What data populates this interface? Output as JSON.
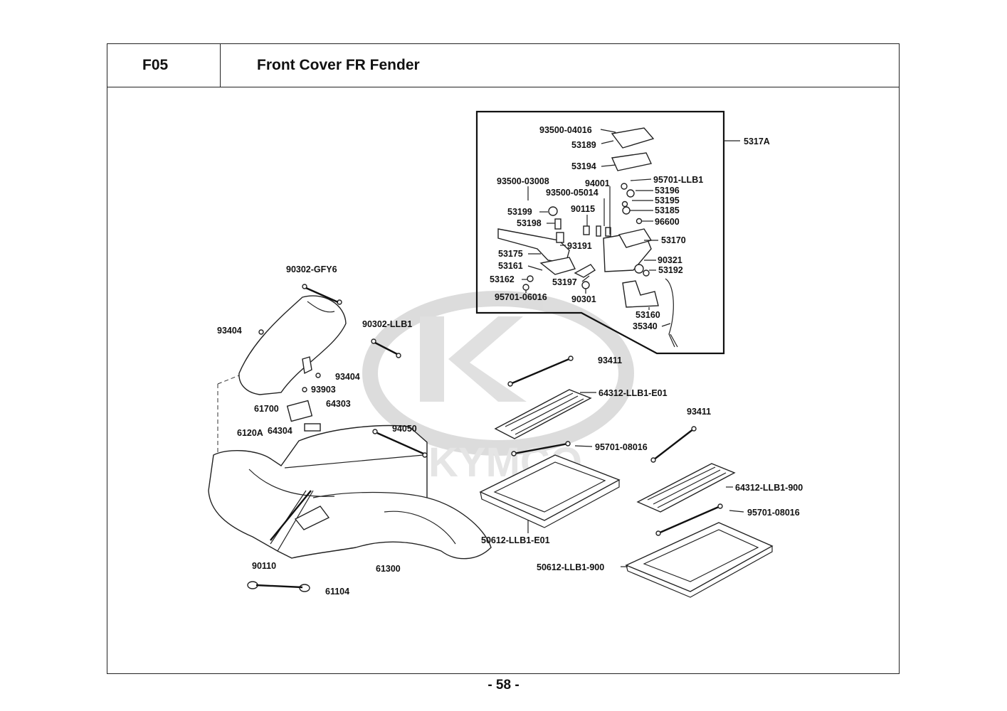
{
  "header": {
    "section_code": "F05",
    "section_title": "Front Cover FR Fender"
  },
  "footer": {
    "page_number": "- 58 -"
  },
  "watermark": {
    "brand_text": "KYMCO"
  },
  "inset": {
    "group_label": "5317A"
  },
  "parts": [
    "93500-04016",
    "53189",
    "53194",
    "95701-LLB1",
    "93500-03008",
    "94001",
    "93500-05014",
    "53196",
    "53195",
    "90115",
    "53185",
    "53199",
    "96600",
    "53198",
    "53170",
    "93191",
    "53175",
    "90321",
    "53161",
    "53192",
    "53162",
    "53197",
    "95701-06016",
    "90301",
    "53160",
    "35340",
    "90302-GFY6",
    "93404",
    "90302-LLB1",
    "93404",
    "93903",
    "61700",
    "64303",
    "93411",
    "64312-LLB1-E01",
    "6120A",
    "64304",
    "94050",
    "93411",
    "95701-08016",
    "64312-LLB1-900",
    "95701-08016",
    "50612-LLB1-E01",
    "90110",
    "61300",
    "50612-LLB1-900",
    "61104"
  ]
}
